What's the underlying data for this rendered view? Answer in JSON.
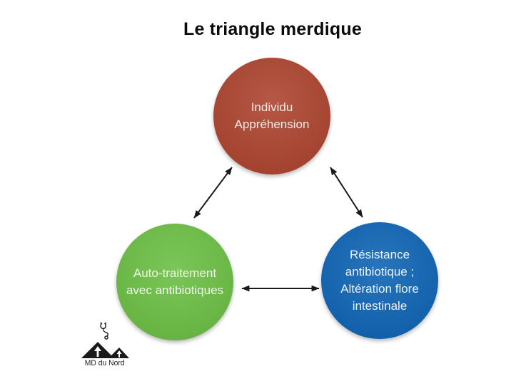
{
  "slide": {
    "title": "Le triangle merdique",
    "background_color": "#ffffff",
    "title_color": "#0b0b0b"
  },
  "nodes": [
    {
      "id": "individu-apprehension",
      "lines": [
        "Individu",
        "Appréhension"
      ],
      "color": "#ad4530",
      "text_color": "#f2ebe6",
      "position": "top"
    },
    {
      "id": "auto-traitement-avec-antibiotiques",
      "lines": [
        "Auto-traitement",
        "avec antibiotiques"
      ],
      "color": "#6cbf45",
      "text_color": "#f0f8ea",
      "position": "bottom-left"
    },
    {
      "id": "resistance-antibiotique-alteration-flore-intestinale",
      "lines": [
        "Résistance",
        "antibiotique ;",
        "Altération flore",
        "intestinale"
      ],
      "color": "#1065b5",
      "text_color": "#eaf1f9",
      "position": "bottom-right"
    }
  ],
  "edges": [
    {
      "from": "auto-traitement-avec-antibiotiques",
      "to": "individu-apprehension",
      "bidirectional": true
    },
    {
      "from": "individu-apprehension",
      "to": "resistance-antibiotique-alteration-flore-intestinale",
      "bidirectional": true
    },
    {
      "from": "auto-traitement-avec-antibiotiques",
      "to": "resistance-antibiotique-alteration-flore-intestinale",
      "bidirectional": true
    }
  ],
  "arrow_color": "#1a1a1a",
  "logo": {
    "text": "MD du Nord",
    "icons": [
      "stethoscope-icon",
      "mountains-icon"
    ]
  }
}
